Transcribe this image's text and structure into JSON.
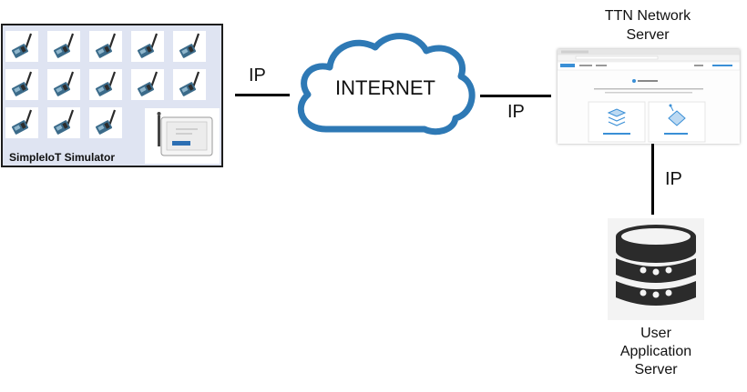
{
  "simulator": {
    "label": "SimpleIoT Simulator",
    "node_count": 13
  },
  "links": {
    "left_label": "IP",
    "right_label": "IP",
    "down_label": "IP"
  },
  "internet": {
    "label": "INTERNET"
  },
  "ttn": {
    "title_line1": "TTN Network",
    "title_line2": "Server",
    "screenshot": {
      "left_tile_caption": "APPLICATIONS",
      "right_tile_caption": "GATEWAYS"
    }
  },
  "user_server": {
    "line1": "User",
    "line2": "Application",
    "line3": "Server"
  },
  "colors": {
    "panel_bg": "#dfe4f2",
    "cloud_stroke": "#2e79b5",
    "db_fill": "#2b2b2b",
    "ttn_accent": "#3a8fd6"
  }
}
